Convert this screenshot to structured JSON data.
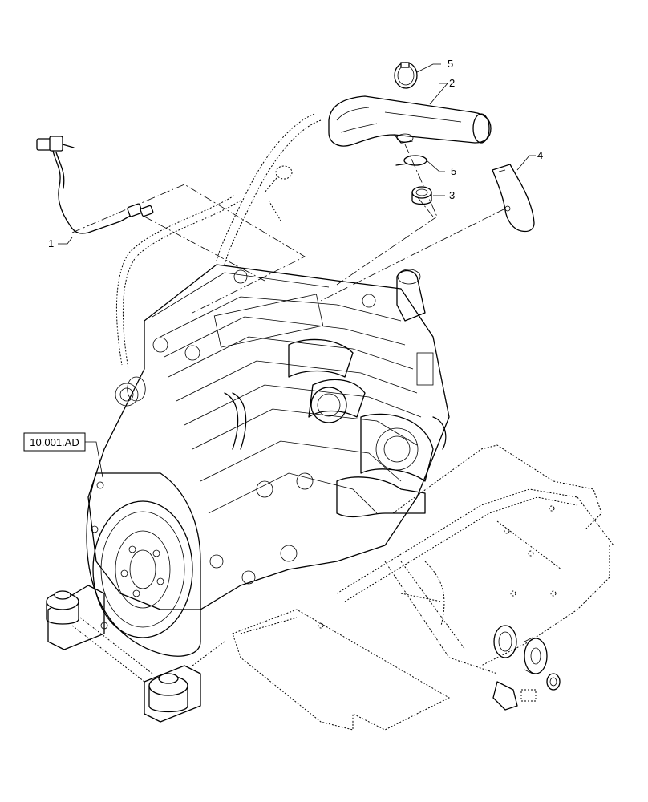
{
  "callouts": {
    "c1": "1",
    "c2": "2",
    "c3": "3",
    "c4": "4",
    "c5a": "5",
    "c5b": "5"
  },
  "reference": {
    "label": "10.001.AD"
  }
}
